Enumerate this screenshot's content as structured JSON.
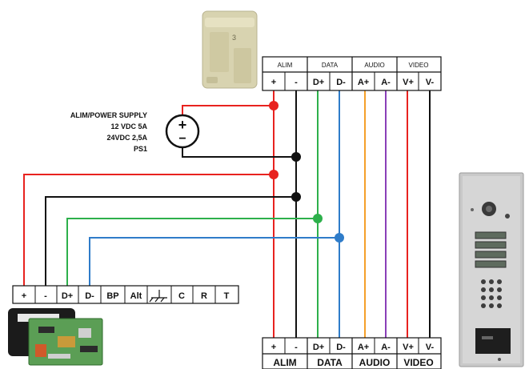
{
  "power_supply": {
    "lines": [
      "ALIM/POWER SUPPLY",
      "12 VDC 5A",
      "24VDC 2,5A",
      "PS1"
    ],
    "plus_symbol": "+",
    "minus_symbol": "−"
  },
  "top_block": {
    "groups": [
      "ALIM",
      "DATA",
      "AUDIO",
      "VIDEO"
    ],
    "terminals": [
      "+",
      "-",
      "D+",
      "D-",
      "A+",
      "A-",
      "V+",
      "V-"
    ]
  },
  "bottom_block": {
    "terminals": [
      "+",
      "-",
      "D+",
      "D-",
      "A+",
      "A-",
      "V+",
      "V-"
    ],
    "groups": [
      "ALIM",
      "DATA",
      "AUDIO",
      "VIDEO"
    ]
  },
  "left_block": {
    "terminals": [
      "+",
      "-",
      "D+",
      "D-",
      "BP",
      "Alt",
      "",
      "C",
      "R",
      "T"
    ]
  },
  "colors": {
    "red": "#e8221f",
    "black": "#111111",
    "green": "#2db04b",
    "blue": "#2f7cc9",
    "orange": "#f5a02a",
    "purple": "#8a3fb8"
  },
  "icons": [
    "relay-module-image",
    "control-board-image",
    "door-station-image",
    "ground-symbol-icon"
  ]
}
